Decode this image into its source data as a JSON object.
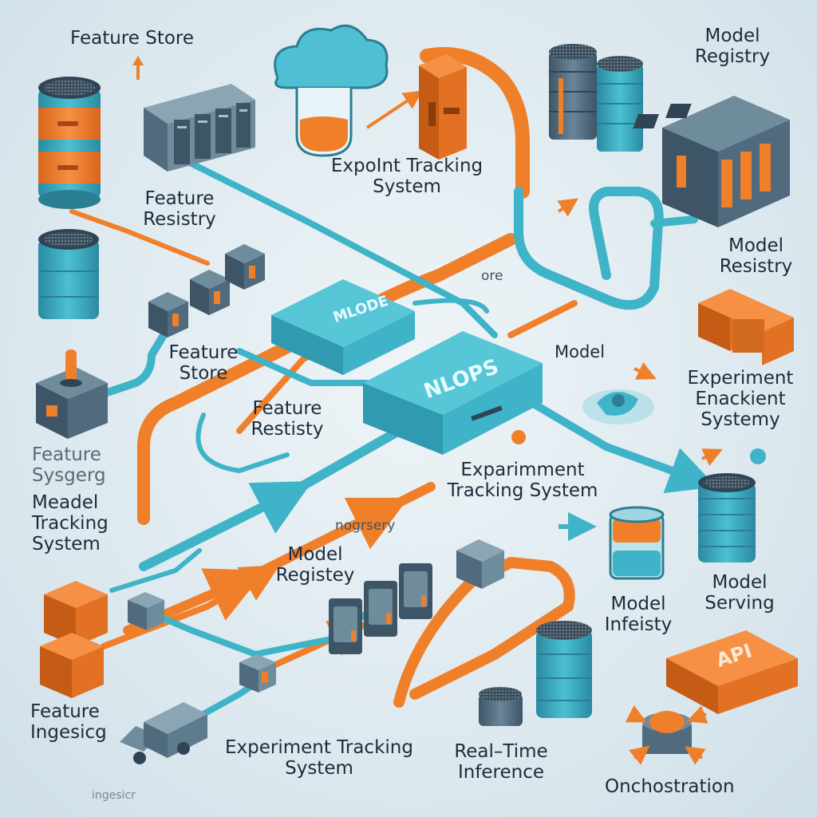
{
  "labels": {
    "feature_store_top": "Feature Store",
    "model_registry_top": "Model Registry",
    "expoint_tracking": "ExpoInt Tracking System",
    "feature_resistry_1": "Feature Resistry",
    "model_resistry_right": "Model Resistry",
    "ore": "ore",
    "mlode": "MLODE",
    "nlops": "NLOPS",
    "model_mid": "Model",
    "feature_store_mid": "Feature Store",
    "experiment_tracking_right": "Experiment Enackient Systemy",
    "feature_restisty": "Feature Restisty",
    "feature_sysgerg": "Feature Sysgerg",
    "meadel_tracking": "Meadel Tracking System",
    "exparimment_tracking": "Exparimment Tracking System",
    "nogrsery": "nogrsery",
    "model_registey": "Model Registey",
    "model_serving": "Model Serving",
    "model_infeisty": "Model Infeisty",
    "api": "API",
    "feature_ingesicg": "Feature Ingesicg",
    "experiment_tracking_bottom": "Experiment Tracking System",
    "real_time_inference": "Real–Time Inference",
    "onchostration": "Onchostration",
    "ingesicr": "ingesicr"
  },
  "colors": {
    "teal": "#3fb3c7",
    "teal_dark": "#2b7f93",
    "orange": "#f07f2a",
    "orange_dark": "#c55b14",
    "slate": "#4f6b7d",
    "slate_dark": "#2f4556",
    "drum": "#3a9db3"
  }
}
